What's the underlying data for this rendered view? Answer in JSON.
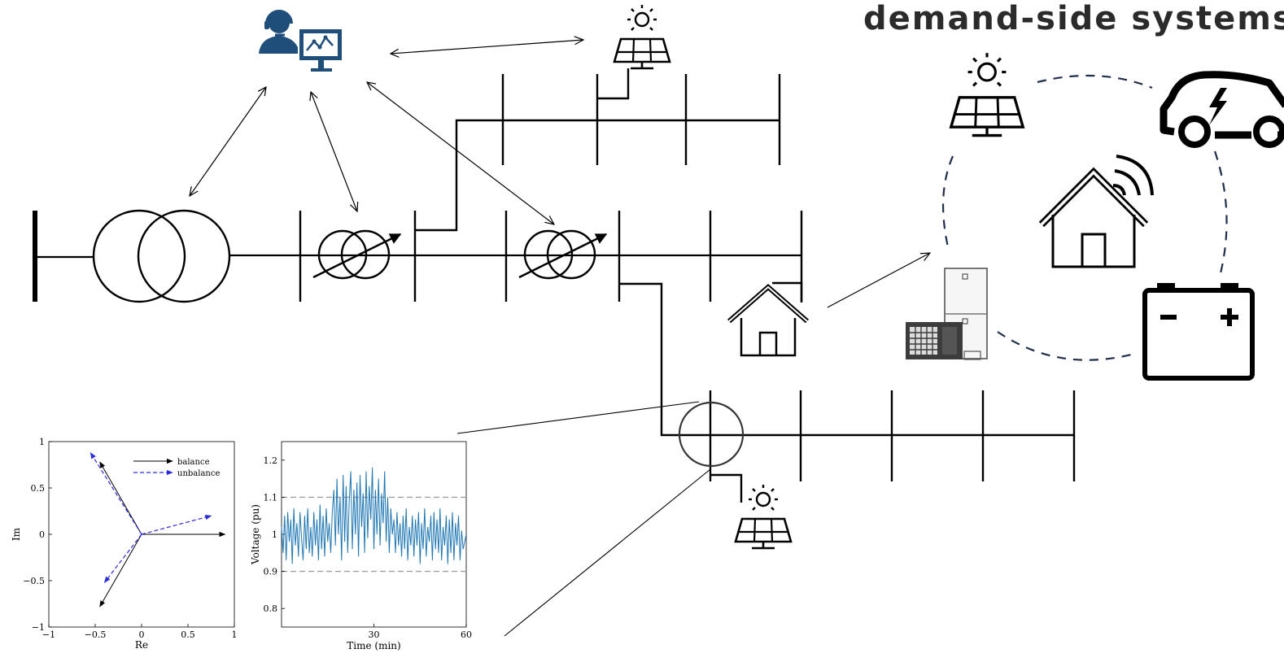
{
  "title": "demand-side systems",
  "colors": {
    "line": "#000000",
    "dashed_ring": "#1f2f4a",
    "operator_icon": "#1e4e79",
    "balance": "#000000",
    "unbalance": "#2a2adf",
    "voltage": "#1f77b4",
    "limit": "#a0a0a0",
    "title": "#2b2b2b"
  },
  "icons": [
    "operator-icon",
    "solar-panel-icon",
    "transformer-icon",
    "tap-changer-icon",
    "house-icon",
    "smart-home-icon",
    "ev-car-icon",
    "battery-icon",
    "heat-pump-icon"
  ],
  "phasor_chart": {
    "type": "line",
    "xlabel": "Re",
    "ylabel": "Im",
    "xlim": [
      -1,
      1
    ],
    "ylim": [
      -1,
      1
    ],
    "xticks": [
      "−1",
      "−0.5",
      "0",
      "0.5",
      "1"
    ],
    "yticks": [
      "−1",
      "−0.5",
      "0",
      "0.5",
      "1"
    ],
    "legend": [
      "balance",
      "unbalance"
    ],
    "legend_placement": "top-right",
    "series": [
      {
        "name": "balance",
        "vectors": [
          [
            0.9,
            0.0
          ],
          [
            -0.45,
            0.78
          ],
          [
            -0.45,
            -0.78
          ]
        ]
      },
      {
        "name": "unbalance",
        "vectors": [
          [
            0.75,
            0.2
          ],
          [
            -0.55,
            0.88
          ],
          [
            -0.4,
            -0.52
          ]
        ]
      }
    ]
  },
  "chart_data": {
    "type": "line",
    "xlabel": "Time (min)",
    "ylabel": "Voltage (pu)",
    "xlim": [
      0,
      60
    ],
    "ylim": [
      0.75,
      1.25
    ],
    "xticks": [
      "30",
      "60"
    ],
    "yticks": [
      "0.8",
      "0.9",
      "1",
      "1.1",
      "1.2"
    ],
    "limits": [
      0.9,
      1.1
    ],
    "grid": false,
    "series": [
      {
        "x": [
          0,
          0.5,
          1,
          1.5,
          2,
          2.5,
          3,
          3.5,
          4,
          4.5,
          5,
          5.5,
          6,
          6.5,
          7,
          7.5,
          8,
          8.5,
          9,
          9.5,
          10,
          10.5,
          11,
          11.5,
          12,
          12.5,
          13,
          13.5,
          14,
          14.5,
          15,
          15.5,
          16,
          16.5,
          17,
          17.5,
          18,
          18.5,
          19,
          19.5,
          20,
          20.5,
          21,
          21.5,
          22,
          22.5,
          23,
          23.5,
          24,
          24.5,
          25,
          25.5,
          26,
          26.5,
          27,
          27.5,
          28,
          28.5,
          29,
          29.5,
          30,
          30.5,
          31,
          31.5,
          32,
          32.5,
          33,
          33.5,
          34,
          34.5,
          35,
          35.5,
          36,
          36.5,
          37,
          37.5,
          38,
          38.5,
          39,
          39.5,
          40,
          40.5,
          41,
          41.5,
          42,
          42.5,
          43,
          43.5,
          44,
          44.5,
          45,
          45.5,
          46,
          46.5,
          47,
          47.5,
          48,
          48.5,
          49,
          49.5,
          50,
          50.5,
          51,
          51.5,
          52,
          52.5,
          53,
          53.5,
          54,
          54.5,
          55,
          55.5,
          56,
          56.5,
          57,
          57.5,
          58,
          58.5,
          59,
          59.5,
          60
        ],
        "values": [
          1.02,
          0.95,
          1.05,
          0.93,
          1.06,
          0.98,
          1.04,
          0.92,
          1.07,
          0.97,
          1.03,
          0.94,
          1.06,
          0.99,
          0.93,
          1.05,
          0.96,
          1.07,
          0.95,
          1.02,
          0.94,
          1.06,
          0.97,
          1.04,
          0.93,
          1.08,
          0.96,
          1.05,
          0.94,
          1.07,
          0.98,
          1.03,
          0.95,
          1.06,
          1.12,
          0.97,
          1.15,
          1.0,
          1.1,
          0.93,
          1.16,
          0.98,
          1.13,
          0.95,
          1.09,
          1.17,
          0.96,
          1.12,
          1.0,
          1.14,
          0.94,
          1.16,
          1.02,
          1.11,
          0.95,
          1.17,
          0.99,
          1.13,
          1.04,
          1.18,
          0.96,
          1.12,
          1.0,
          1.15,
          0.97,
          1.11,
          1.03,
          1.17,
          0.98,
          1.1,
          0.95,
          1.07,
          1.0,
          1.04,
          0.95,
          1.06,
          0.97,
          1.03,
          0.94,
          1.05,
          0.96,
          1.07,
          0.93,
          1.02,
          0.97,
          1.05,
          0.94,
          1.04,
          0.97,
          1.06,
          0.92,
          1.03,
          0.96,
          1.07,
          0.94,
          1.02,
          0.98,
          1.05,
          0.93,
          1.06,
          0.96,
          1.04,
          0.95,
          1.07,
          0.93,
          1.02,
          0.97,
          1.05,
          0.92,
          1.04,
          0.95,
          1.06,
          0.93,
          1.03,
          0.97,
          1.05,
          0.93,
          1.01,
          0.96,
          0.98,
          1.0
        ]
      }
    ]
  }
}
